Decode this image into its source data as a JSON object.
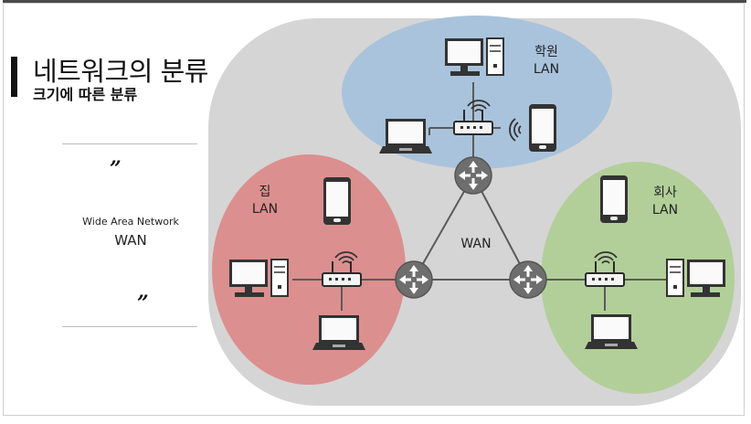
{
  "heading": {
    "title": "네트워크의 분류",
    "subtitle": "크기에 따른 분류"
  },
  "sidebar": {
    "open_quote": "”",
    "close_quote": "”",
    "wan_full": "Wide Area Network",
    "wan_short": "WAN"
  },
  "diagram": {
    "wan_label": "WAN",
    "lan_academy": {
      "line1": "학원",
      "line2": "LAN"
    },
    "lan_home": {
      "line1": "집",
      "line2": "LAN"
    },
    "lan_company": {
      "line1": "회사",
      "line2": "LAN"
    }
  },
  "colors": {
    "wan_region": "#d5d5d5",
    "academy_lan": "#a9c3dc",
    "home_lan": "#dc8f8f",
    "company_lan": "#b2cf99",
    "router": "#6e6e6e"
  }
}
